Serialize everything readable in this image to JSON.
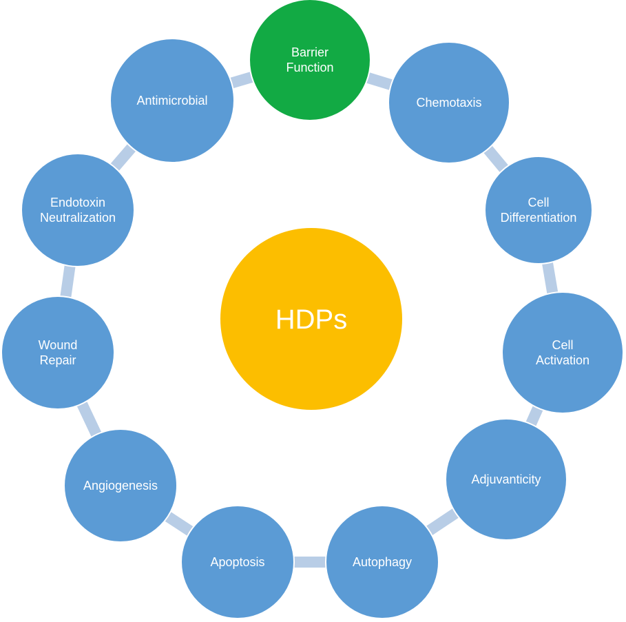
{
  "center": {
    "label": "HDPs",
    "color": "#fcbe00"
  },
  "node_color": "#5b9bd5",
  "highlight_color": "#12aa44",
  "connector_color": "#b8cde6",
  "nodes": [
    {
      "id": "barrier-function",
      "lines": [
        "Barrier",
        "Function"
      ],
      "highlight": true
    },
    {
      "id": "chemotaxis",
      "lines": [
        "Chemotaxis"
      ]
    },
    {
      "id": "cell-differentiation",
      "lines": [
        "Cell",
        "Differentiation"
      ]
    },
    {
      "id": "cell-activation",
      "lines": [
        "Cell",
        "Activation"
      ]
    },
    {
      "id": "adjuvanticity",
      "lines": [
        "Adjuvanticity"
      ]
    },
    {
      "id": "autophagy",
      "lines": [
        "Autophagy"
      ]
    },
    {
      "id": "apoptosis",
      "lines": [
        "Apoptosis"
      ]
    },
    {
      "id": "angiogenesis",
      "lines": [
        "Angiogenesis"
      ]
    },
    {
      "id": "wound-repair",
      "lines": [
        "Wound",
        "Repair"
      ]
    },
    {
      "id": "endotoxin-neutralization",
      "lines": [
        "Endotoxin",
        "Neutralization"
      ]
    },
    {
      "id": "antimicrobial",
      "lines": [
        "Antimicrobial"
      ]
    }
  ]
}
